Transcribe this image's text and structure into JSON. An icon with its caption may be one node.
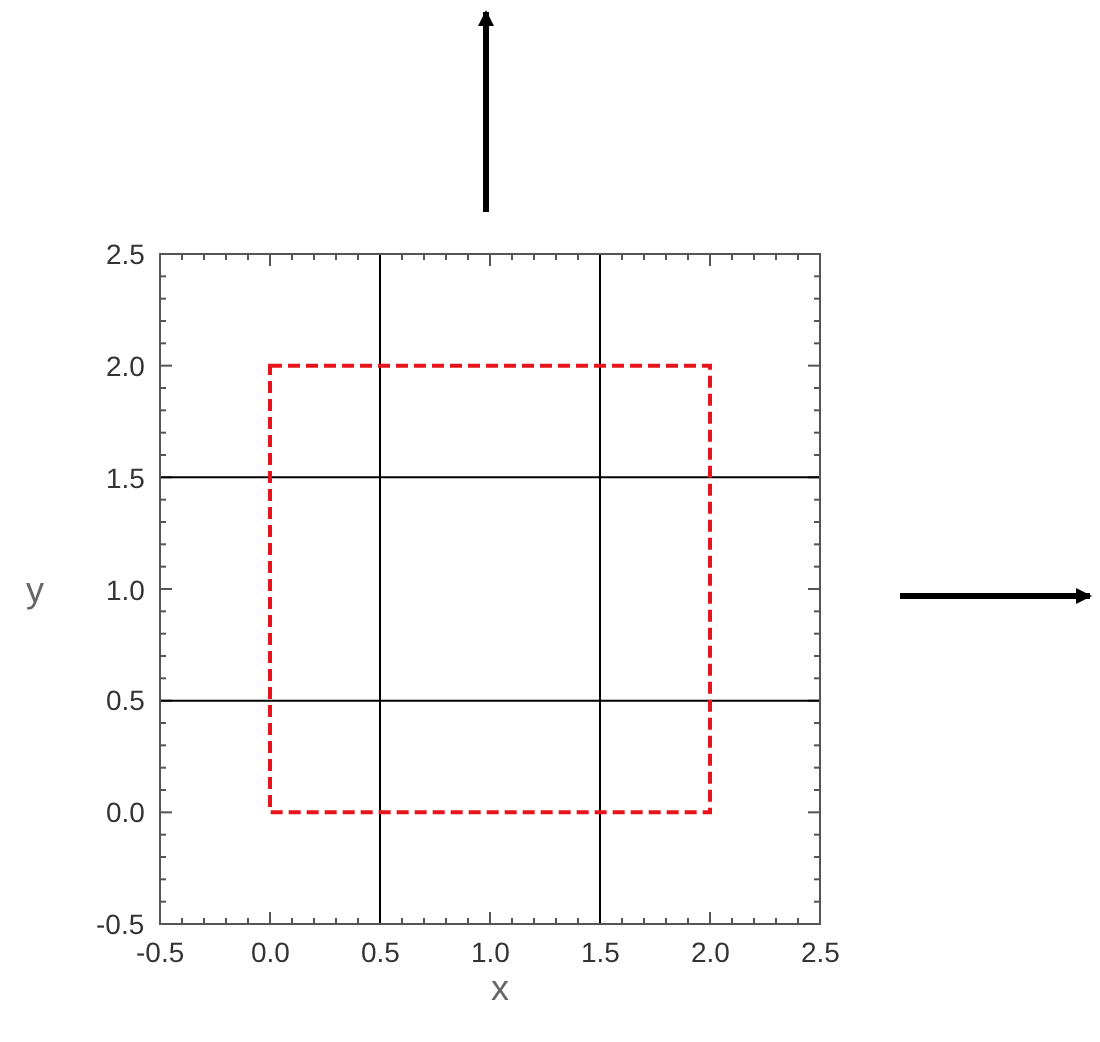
{
  "diagram": {
    "labels": [
      "2.5",
      "2.0",
      "1.5",
      "1.0",
      "0.5",
      "0.0",
      "-0.5",
      "y",
      "-0.5",
      "0.0",
      "0.5",
      "1.0",
      "1.5",
      "2.0",
      "2.5",
      "x"
    ]
  }
}
